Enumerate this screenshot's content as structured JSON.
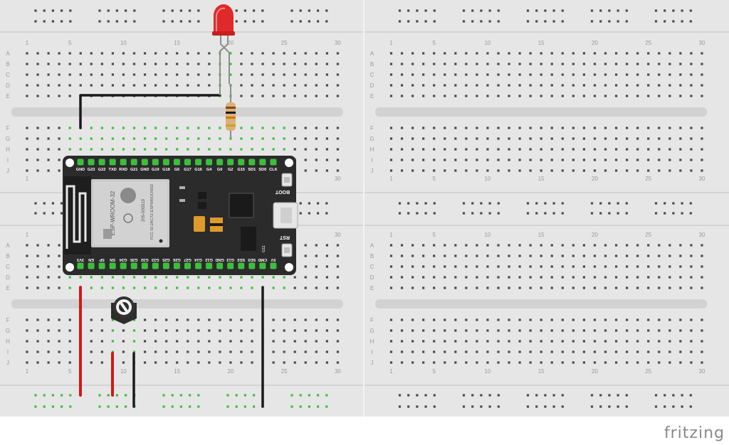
{
  "breadboard": {
    "row_letters_top": [
      "A",
      "B",
      "C",
      "D",
      "E"
    ],
    "row_letters_bottom": [
      "F",
      "G",
      "H",
      "I",
      "J"
    ],
    "column_labels": [
      "1",
      "5",
      "10",
      "15",
      "20",
      "25",
      "30"
    ]
  },
  "esp32": {
    "top_pins": [
      "GND",
      "G23",
      "G22",
      "TXD",
      "RXD",
      "G21",
      "GND",
      "G19",
      "G18",
      "G5",
      "G17",
      "G16",
      "G4",
      "G0",
      "G2",
      "G15",
      "SD1",
      "SD0",
      "CLK"
    ],
    "bottom_pins": [
      "3V3",
      "EN",
      "SP",
      "SN",
      "G34",
      "G35",
      "G32",
      "G33",
      "G25",
      "G26",
      "G27",
      "G14",
      "G12",
      "GND",
      "G13",
      "SD2",
      "SD3",
      "CMD",
      "5V"
    ],
    "module_title": "ESP-WROOM-32",
    "module_id": "205-000519",
    "module_fcc": "FCC ID:2AC7Z-ESPWROOM32",
    "boot_label": "BOOT",
    "rst_label": "RST",
    "chip_label": "G11"
  },
  "colors": {
    "board": "#e6e6e6",
    "hole": "#4a4a4a",
    "active_hole": "#3cbf3c",
    "wire_black": "#1a1a1a",
    "wire_red": "#d01818",
    "led": "#e02a2a",
    "esp_board": "#2b2b2b"
  },
  "brand": "fritzing"
}
